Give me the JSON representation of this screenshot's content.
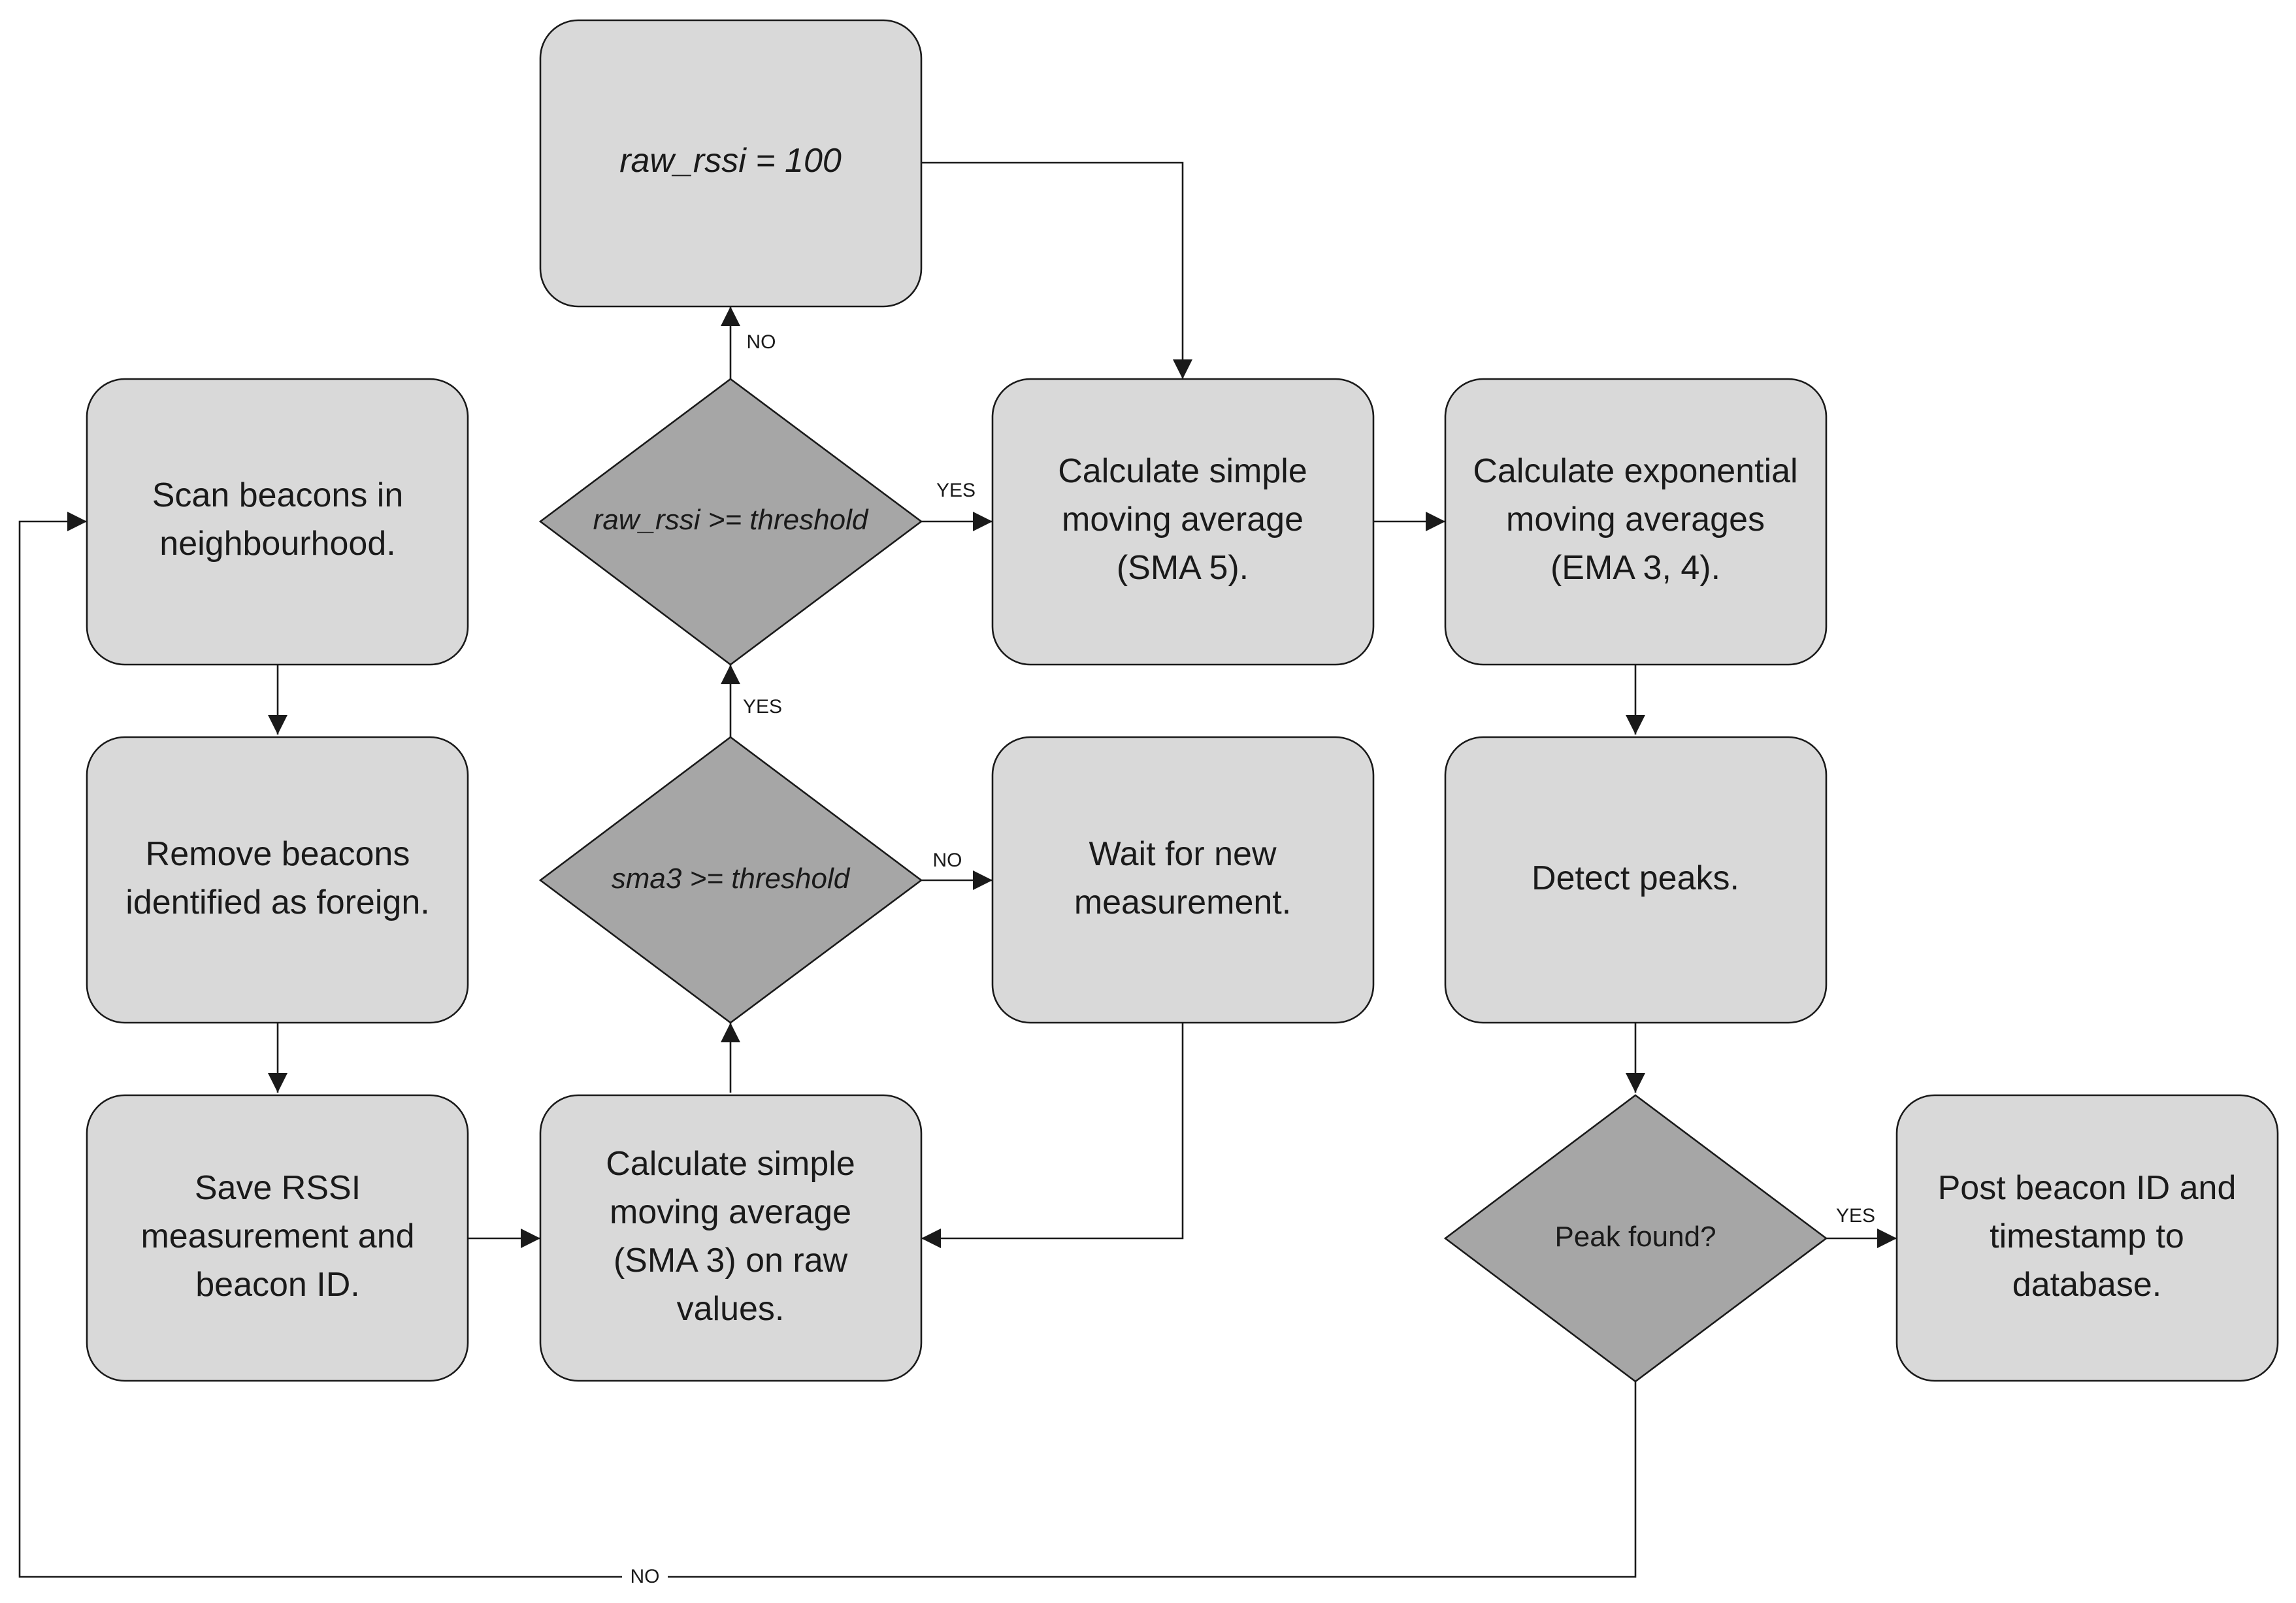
{
  "nodes": {
    "scan": {
      "lines": [
        "Scan beacons in",
        "neighbourhood."
      ]
    },
    "remove": {
      "lines": [
        "Remove beacons",
        "identified as foreign."
      ]
    },
    "save": {
      "lines": [
        "Save RSSI",
        "measurement and",
        "beacon ID."
      ]
    },
    "sma3": {
      "lines": [
        "Calculate simple",
        "moving average",
        "(SMA 3) on raw",
        "values."
      ]
    },
    "sma3_check": {
      "lines": [
        "sma3 >= threshold"
      ]
    },
    "raw_check": {
      "lines": [
        "raw_rssi >= threshold"
      ]
    },
    "raw_set": {
      "lines": [
        "raw_rssi = 100"
      ]
    },
    "sma5": {
      "lines": [
        "Calculate simple",
        "moving average",
        "(SMA 5)."
      ]
    },
    "wait": {
      "lines": [
        "Wait for new",
        "measurement."
      ]
    },
    "ema": {
      "lines": [
        "Calculate exponential",
        "moving averages",
        "(EMA 3, 4)."
      ]
    },
    "detect": {
      "lines": [
        "Detect peaks."
      ]
    },
    "peak_check": {
      "lines": [
        "Peak found?"
      ]
    },
    "post": {
      "lines": [
        "Post beacon ID and",
        "timestamp to",
        "database."
      ]
    }
  },
  "edge_labels": {
    "raw_no": "NO",
    "raw_yes": "YES",
    "sma3_yes": "YES",
    "sma3_no": "NO",
    "peak_yes": "YES",
    "peak_no": "NO"
  }
}
